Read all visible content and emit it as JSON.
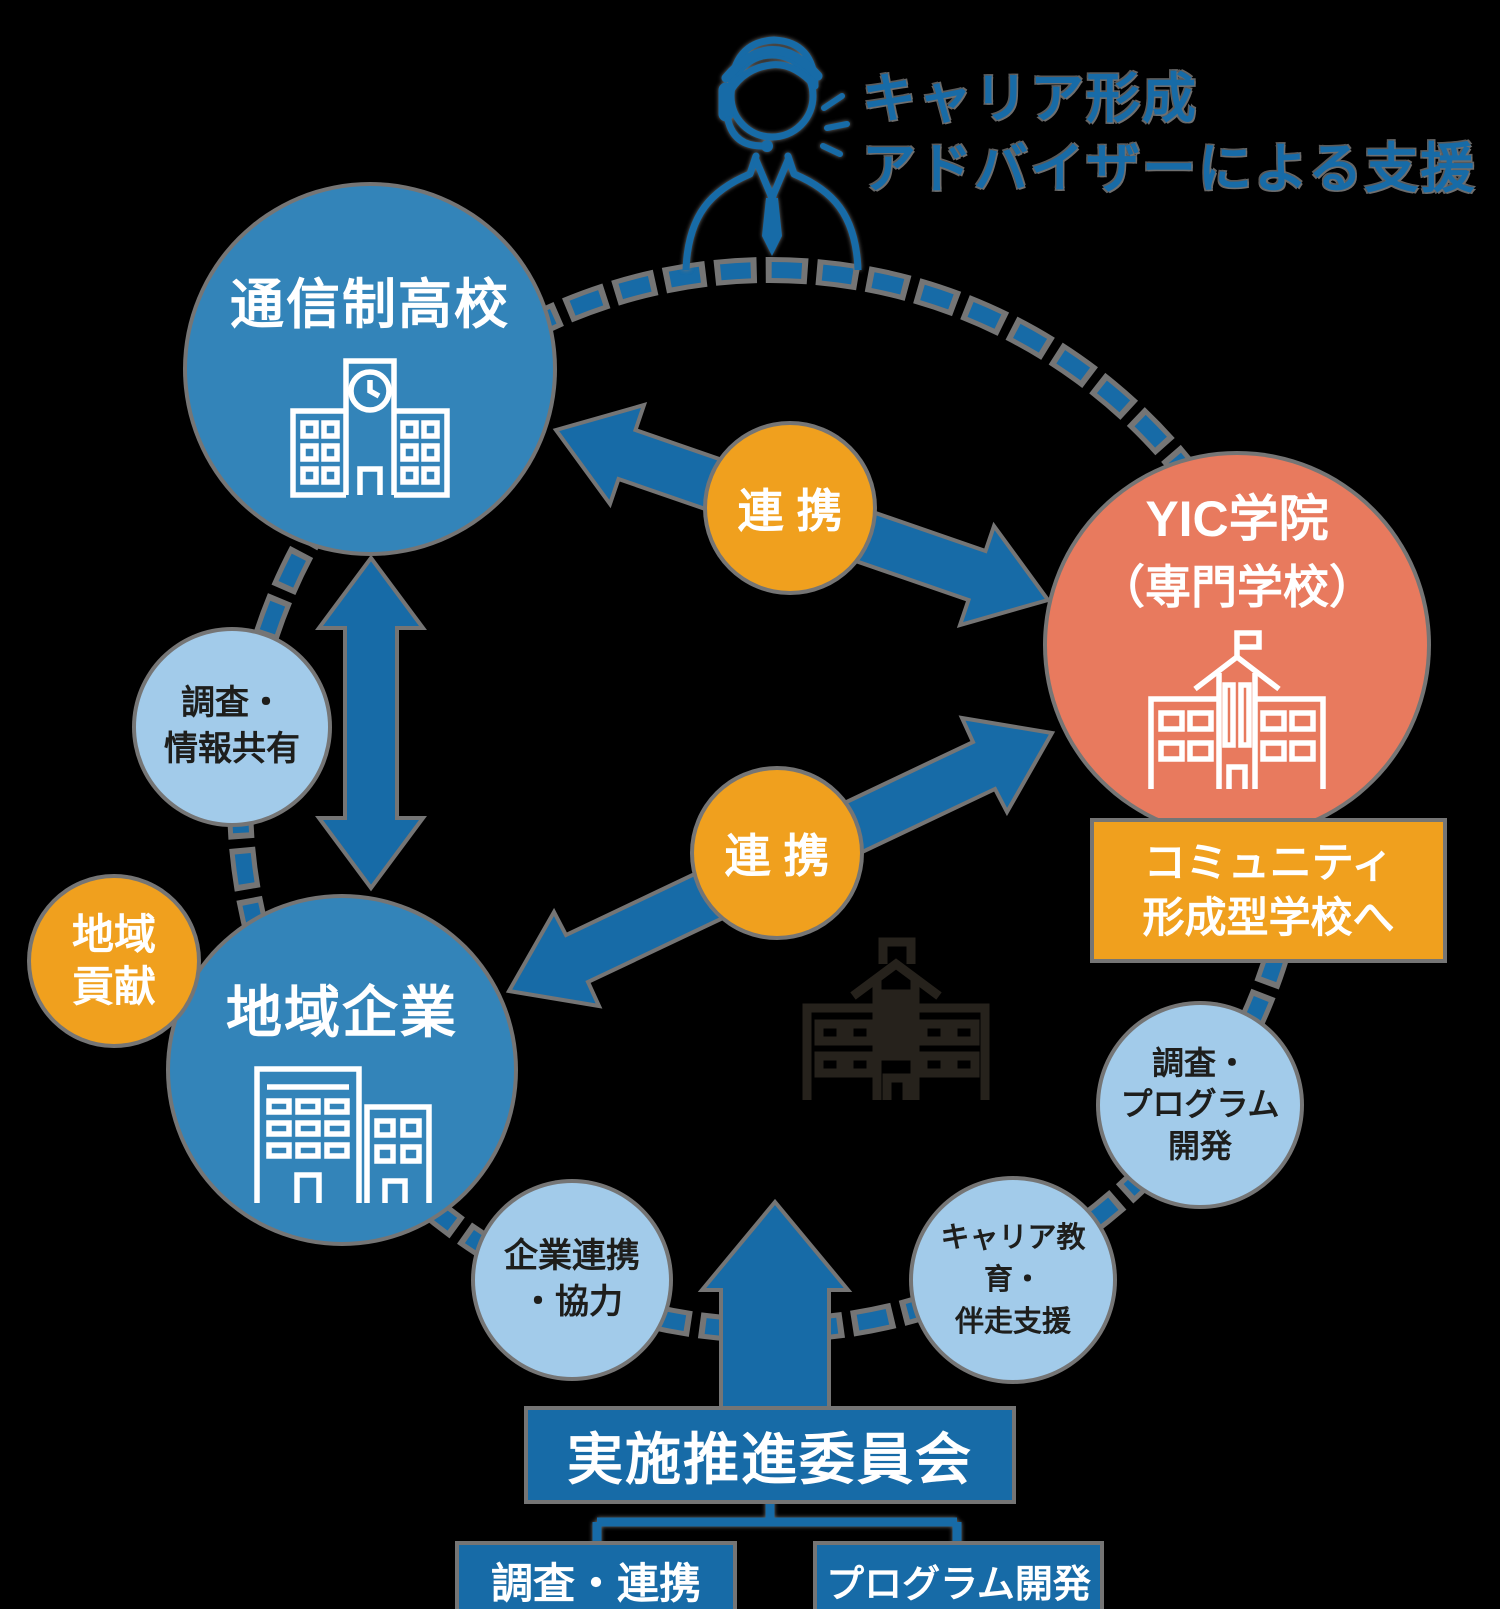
{
  "background_color": "#000000",
  "colors": {
    "primary_blue": "#176ba7",
    "node_blue": "#3384b9",
    "light_blue": "#a2cbea",
    "orange": "#f0a01e",
    "salmon": "#e87a5e",
    "dark_text": "#1e1e1c",
    "halo_gray": "#757575",
    "center_building": "#26221c"
  },
  "advisor": {
    "line1": "キャリア形成",
    "line2": "アドバイザーによる支援",
    "icon": "advisor-headset-icon"
  },
  "nodes": {
    "correspondence_school": {
      "label": "通信制高校",
      "icon": "school-building-icon"
    },
    "yic_college": {
      "line1": "YIC学院",
      "line2": "（専門学校）",
      "icon": "college-building-icon"
    },
    "community_school_box": {
      "line1": "コミュニティ",
      "line2": "形成型学校へ"
    },
    "survey_info_sharing": {
      "line1": "調査・",
      "line2": "情報共有"
    },
    "regional_contribution": {
      "line1": "地域",
      "line2": "貢献"
    },
    "regional_companies": {
      "label": "地域企業",
      "icon": "office-buildings-icon"
    },
    "cooperation_top": {
      "label": "連 携"
    },
    "cooperation_bottom": {
      "label": "連 携"
    },
    "corporate_cooperation": {
      "line1": "企業連携",
      "line2": "・協力"
    },
    "career_education_support": {
      "line1": "キャリア教育・",
      "line2": "伴走支援"
    },
    "survey_program_dev": {
      "line1": "調査・",
      "line2": "プログラム",
      "line3": "開発"
    },
    "committee": {
      "label": "実施推進委員会"
    },
    "survey_collaboration_box": {
      "label": "調査・連携"
    },
    "program_development_box": {
      "label": "プログラム開発"
    }
  }
}
